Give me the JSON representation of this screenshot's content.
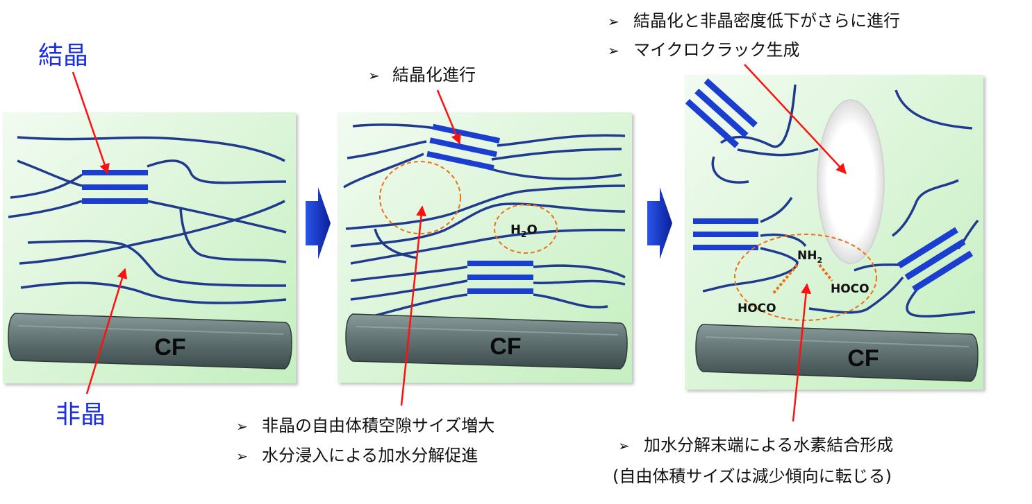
{
  "labels": {
    "crystal": "結晶",
    "amorphous": "非晶",
    "cf1": "CF",
    "cf2": "CF",
    "cf3": "CF",
    "h2o_main": "H",
    "h2o_sub": "2",
    "h2o_tail": "O",
    "nh2_main": "NH",
    "nh2_sub": "2",
    "hoco_left": "HOCO",
    "hoco_right": "HOCO"
  },
  "panel2": {
    "bullet1": "結晶化進行",
    "bullet_lower1": "非晶の自由体積空隙サイズ増大",
    "bullet_lower2": "水分浸入による加水分解促進"
  },
  "panel3": {
    "bullet_top1": "結晶化と非晶密度低下がさらに進行",
    "bullet_top2": "マイクロクラック生成",
    "bullet_lower1": "加水分解末端による水素結合形成",
    "bullet_lower2": "(自由体積サイズは減少傾向に転じる)"
  },
  "bullet_glyph": "➢",
  "colors": {
    "chain": "#1f3a8f",
    "crystal": "#1a3fd0",
    "arrow": "#ff1010",
    "orange": "#f07010",
    "label_blue": "#1a2fe0",
    "panel_green": "#ccf0c8",
    "flow_arrow": "#1c3fd4"
  }
}
